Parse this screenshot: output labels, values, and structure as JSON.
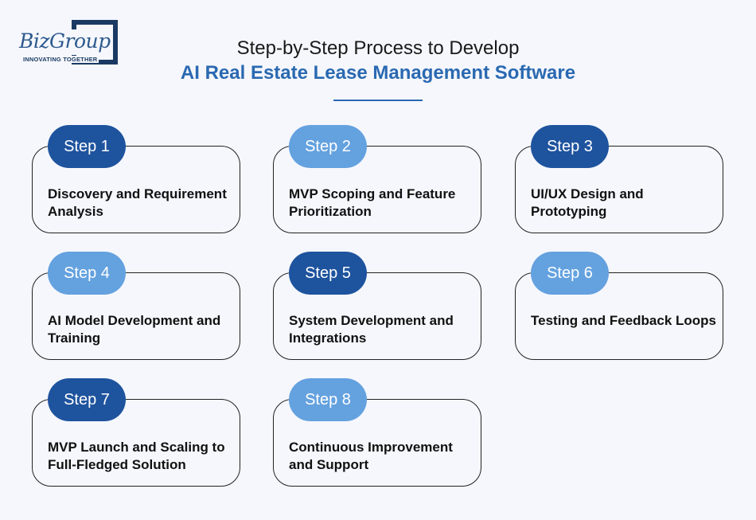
{
  "logo": {
    "name": "BizGroup",
    "tagline": "INNOVATING TOGETHER"
  },
  "title": {
    "line1": "Step-by-Step Process to Develop",
    "line2": "AI Real Estate Lease Management Software"
  },
  "steps": [
    {
      "label": "Step 1",
      "text": "Discovery and Requirement Analysis",
      "pill_style": "dark"
    },
    {
      "label": "Step 2",
      "text": "MVP Scoping and Feature Prioritization",
      "pill_style": "light"
    },
    {
      "label": "Step 3",
      "text": "UI/UX Design and Prototyping",
      "pill_style": "dark"
    },
    {
      "label": "Step 4",
      "text": "AI Model Development and Training",
      "pill_style": "light"
    },
    {
      "label": "Step 5",
      "text": "System Development and Integrations",
      "pill_style": "dark"
    },
    {
      "label": "Step 6",
      "text": "Testing and Feedback Loops",
      "pill_style": "light"
    },
    {
      "label": "Step 7",
      "text": "MVP Launch and Scaling to Full-Fledged Solution",
      "pill_style": "dark"
    },
    {
      "label": "Step 8",
      "text": "Continuous Improvement and Support",
      "pill_style": "light"
    }
  ],
  "colors": {
    "background": "#f5f7fc",
    "pill_dark": "#1e539e",
    "pill_light": "#64a1df",
    "title_accent": "#2a69b1",
    "logo_navy": "#1b3a63"
  }
}
